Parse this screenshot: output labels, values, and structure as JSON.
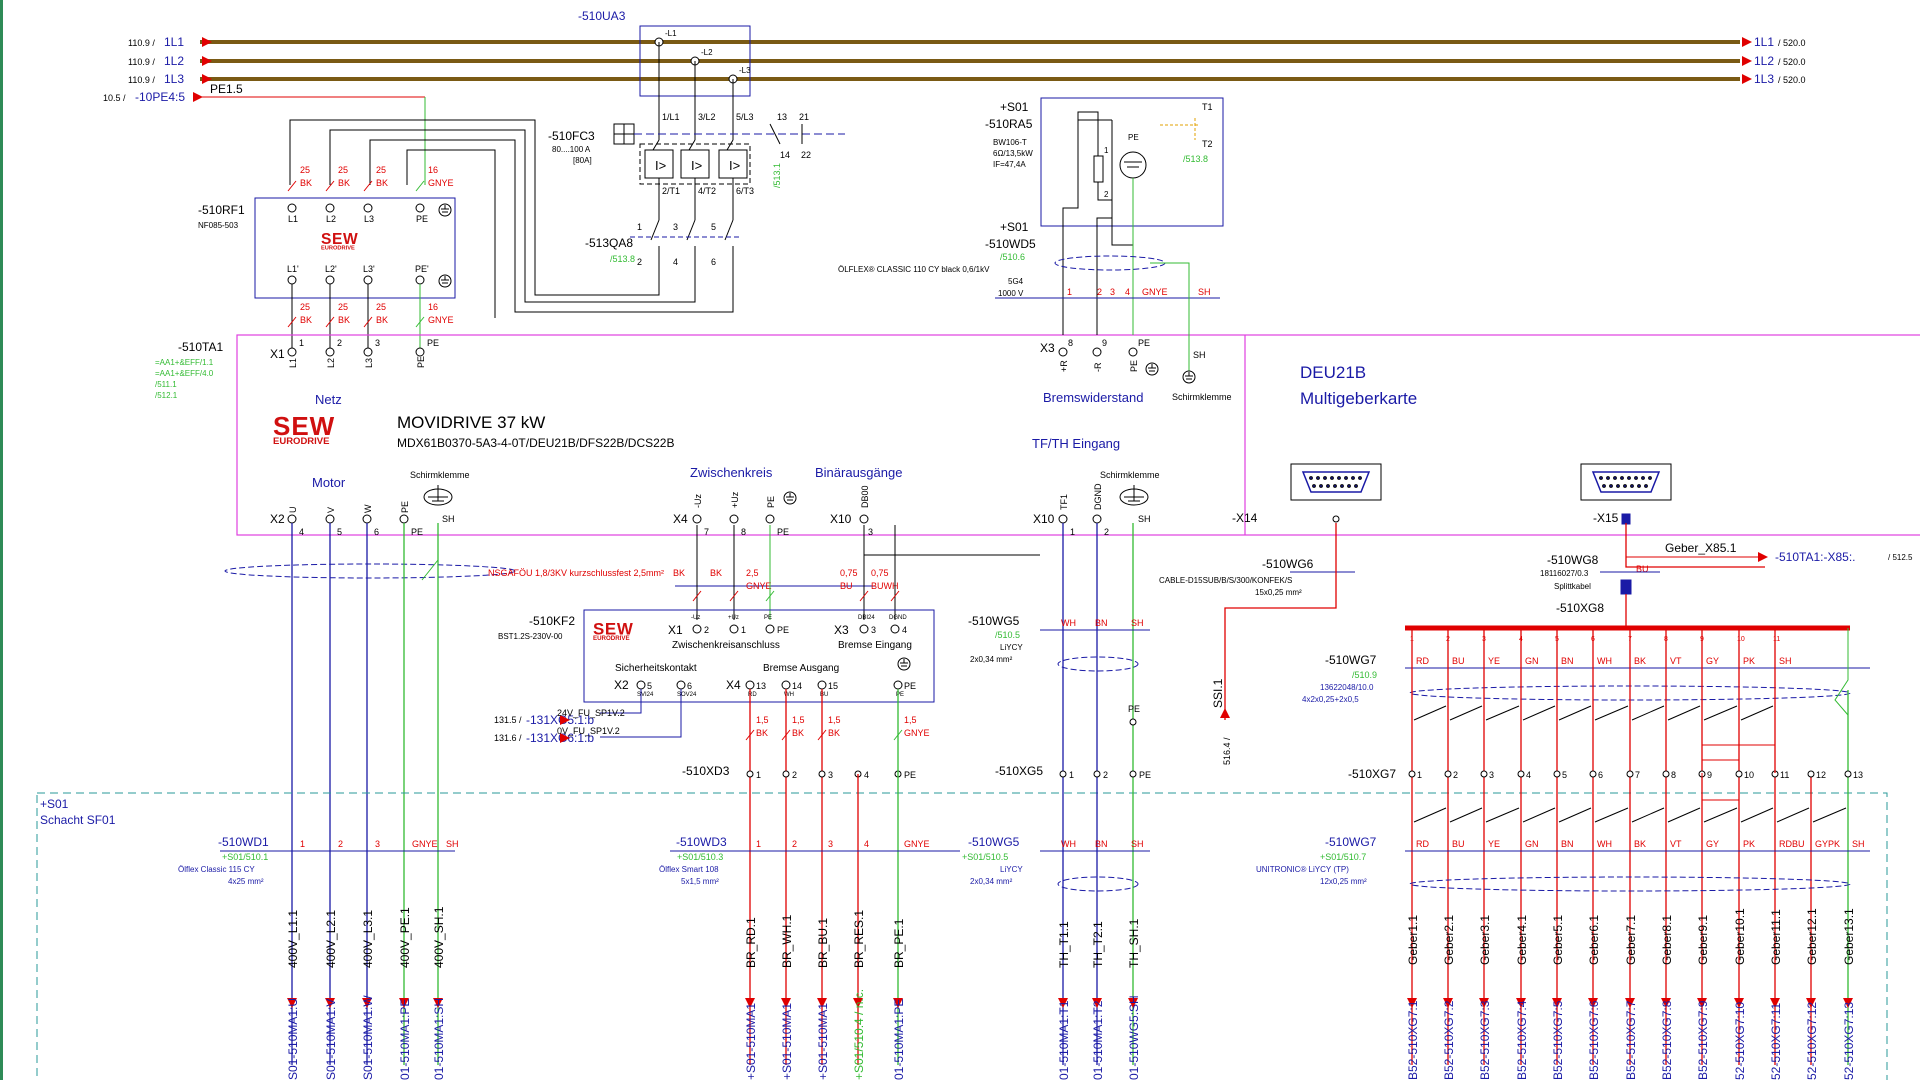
{
  "supply": {
    "lines": [
      {
        "ref": "110.9 /",
        "label": "1L1",
        "target": "1L1",
        "target_ref": "/ 520.0"
      },
      {
        "ref": "110.9 /",
        "label": "1L2",
        "target": "1L2",
        "target_ref": "/ 520.0"
      },
      {
        "ref": "110.9 /",
        "label": "1L3",
        "target": "1L3",
        "target_ref": "/ 520.0"
      }
    ],
    "pe_ref": "10.5 /",
    "pe_label": "-10PE4:5",
    "pe_tag": "PE1.5"
  },
  "ua3": {
    "label": "-510UA3",
    "c1": "-L1",
    "c2": "-L2",
    "c3": "-L3"
  },
  "fc3": {
    "label": "-510FC3",
    "range": "80....100 A",
    "set": "[80A]",
    "top": [
      "1/L1",
      "3/L2",
      "5/L3"
    ],
    "bot": [
      "2/T1",
      "4/T2",
      "6/T3"
    ],
    "aux": [
      "13",
      "21",
      "14",
      "22"
    ],
    "ref": "/513.1"
  },
  "qa8": {
    "label": "-513QA8",
    "ref": "/513.8",
    "t": [
      "1",
      "3",
      "5",
      "2",
      "4",
      "6"
    ]
  },
  "ra5": {
    "loc": "+S01",
    "label": "-510RA5",
    "type": "BW106-T",
    "spec": "6Ω/13,5kW",
    "ief": "IF=47,4A",
    "t1": "T1",
    "t2": "T2",
    "ref": "/513.8",
    "pe": "PE",
    "p1": "1",
    "p2": "2"
  },
  "wd5": {
    "loc": "+S01",
    "label": "-510WD5",
    "ref": "/510.6",
    "cable": "ÖLFLEX® CLASSIC 110 CY black 0,6/1kV",
    "cores": "5G4",
    "volt": "1000 V",
    "w": [
      "1",
      "2",
      "3",
      "4",
      "GNYE",
      "SH"
    ]
  },
  "rf1": {
    "label": "-510RF1",
    "type": "NF085-503",
    "top_wires": [
      [
        "25",
        "BK"
      ],
      [
        "25",
        "BK"
      ],
      [
        "25",
        "BK"
      ],
      [
        "16",
        "GNYE"
      ]
    ],
    "top_t": [
      "L1",
      "L2",
      "L3",
      "PE"
    ],
    "bot_t": [
      "L1'",
      "L2'",
      "L3'",
      "PE'"
    ],
    "bot_wires": [
      [
        "25",
        "BK"
      ],
      [
        "25",
        "BK"
      ],
      [
        "25",
        "BK"
      ],
      [
        "16",
        "GNYE"
      ]
    ]
  },
  "sew": {
    "top": "SEW",
    "bot": "EURODRIVE"
  },
  "ta1": {
    "label": "-510TA1",
    "refs": [
      "=AA1+&EFF/1.1",
      "=AA1+&EFF/4.0",
      "/511.1",
      "/512.1"
    ],
    "x1": "X1",
    "x1_t": [
      "L1",
      "L2",
      "L3",
      "PE"
    ],
    "x1_n": [
      "1",
      "2",
      "3",
      "PE"
    ],
    "netz": "Netz",
    "title": "MOVIDRIVE 37 kW",
    "model": "MDX61B0370-5A3-4-0T/DEU21B/DFS22B/DCS22B",
    "motor": "Motor",
    "schirm": "Schirmklemme",
    "sh": "SH",
    "x2": "X2",
    "x2_t": [
      "U",
      "V",
      "W",
      "PE"
    ],
    "x2_n": [
      "4",
      "5",
      "6",
      "PE"
    ],
    "zk": "Zwischenkreis",
    "x4": "X4",
    "x4_t": [
      "-Uz",
      "+Uz",
      "PE"
    ],
    "x4_n": [
      "7",
      "8",
      "PE"
    ],
    "bin": "Binärausgänge",
    "x10": "X10",
    "x10_t": [
      "DB00"
    ],
    "x10_n": [
      "3"
    ],
    "brems": "Bremswiderstand",
    "x3": "X3",
    "x3_t": [
      "+R",
      "-R",
      "PE"
    ],
    "x3_n": [
      "8",
      "9",
      "PE"
    ],
    "tf": "TF/TH Eingang",
    "x10b": "X10",
    "x10b_t": [
      "TF1",
      "DGND"
    ],
    "x10b_n": [
      "1",
      "2"
    ],
    "deu_title": "DEU21B",
    "deu_sub": "Multigeberkarte",
    "x14": "-X14",
    "x15": "-X15"
  },
  "nsga": {
    "text": "NSGAFÖU 1,8/3KV kurzschlussfest 2,5mm²",
    "w": [
      [
        "BK",
        ""
      ],
      [
        "BK",
        ""
      ],
      [
        "2,5",
        "GNYE"
      ],
      [
        "0,75",
        "BU"
      ],
      [
        "0,75",
        "BUWH"
      ]
    ]
  },
  "kf2": {
    "label": "-510KF2",
    "type": "BST1.2S-230V-00",
    "x1": "X1",
    "x1_n": [
      "2",
      "1",
      "PE"
    ],
    "x1_s": [
      "-Uz",
      "+Uz",
      "PE"
    ],
    "zk": "Zwischenkreisanschluss",
    "x3": "X3",
    "x3_n": [
      "3",
      "4"
    ],
    "x3_s": [
      "DBI24",
      "DGND"
    ],
    "be": "Bremse Eingang",
    "sk": "Sicherheitskontakt",
    "ba": "Bremse Ausgang",
    "x2": "X2",
    "x2_n": [
      "5",
      "6"
    ],
    "x2_s": [
      "SVI24",
      "SOV24"
    ],
    "x4": "X4",
    "x4_n": [
      "13",
      "14",
      "15",
      "PE"
    ],
    "x4_s": [
      "RD",
      "WH",
      "BU",
      "PE"
    ]
  },
  "xg5in": [
    {
      "ref": "131.5 /",
      "label": "-131XG5:1:b",
      "sig": "24V_FU_SP1V.2"
    },
    {
      "ref": "131.6 /",
      "label": "-131XG6:1:b",
      "sig": "0V_FU_SP1V.2"
    }
  ],
  "xd3": {
    "label": "-510XD3",
    "w": [
      [
        "1,5",
        "BK"
      ],
      [
        "1,5",
        "BK"
      ],
      [
        "1,5",
        "BK"
      ],
      [
        "1,5",
        "GNYE"
      ]
    ],
    "n": [
      "1",
      "2",
      "3",
      "4",
      "PE"
    ]
  },
  "wg5a": {
    "label": "-510WG5",
    "ref": "/510.5",
    "type": "LiYCY",
    "spec": "2x0,34 mm²",
    "w": [
      "WH",
      "BN",
      "SH"
    ]
  },
  "xg5": {
    "label": "-510XG5",
    "n": [
      "1",
      "2",
      "PE"
    ],
    "pe": "PE"
  },
  "wg6": {
    "label": "-510WG6",
    "type": "CABLE-D15SUB/B/S/300/KONFEK/S",
    "spec": "15x0,25 mm²"
  },
  "wg8": {
    "label": "-510WG8",
    "type": "18116027/0.3",
    "sub": "Splittkabel",
    "bu": "BU",
    "geber": "Geber_X85.1",
    "target": "-510TA1:-X85:.",
    "target_ref": "/ 512.5",
    "xg8": "-510XG8"
  },
  "ssi": {
    "label": "SSI.1",
    "ref": "516.4 /"
  },
  "wg7a": {
    "label": "-510WG7",
    "ref": "/510.9",
    "type": "13622048/10.0",
    "spec": "4x2x0,25+2x0,5",
    "n": [
      "1",
      "2",
      "3",
      "4",
      "5",
      "6",
      "7",
      "8",
      "9",
      "10",
      "11"
    ],
    "w": [
      "RD",
      "BU",
      "YE",
      "GN",
      "BN",
      "WH",
      "BK",
      "VT",
      "GY",
      "PK",
      "SH"
    ]
  },
  "xg7": {
    "label": "-510XG7",
    "n": [
      "1",
      "2",
      "3",
      "4",
      "5",
      "6",
      "7",
      "8",
      "9",
      "10",
      "11",
      "12",
      "13"
    ]
  },
  "zone": {
    "loc": "+S01",
    "name": "Schacht SF01"
  },
  "wd1": {
    "label": "-510WD1",
    "ref": "+S01/510.1",
    "type": "Ölflex Classic 115 CY",
    "spec": "4x25 mm²",
    "w": [
      "1",
      "2",
      "3",
      "GNYE",
      "SH"
    ],
    "wires": [
      "400V_L1.1",
      "400V_L2.1",
      "400V_L3.1",
      "400V_PE.1",
      "400V_SH.1"
    ],
    "dest": [
      "S01-510MA1:U",
      "S01-510MA1:V",
      "S01-510MA1:W",
      "01-510MA1:PE",
      "01-510MA1:SH"
    ]
  },
  "wd3": {
    "label": "-510WD3",
    "ref": "+S01/510.3",
    "type": "Ölflex Smart 108",
    "spec": "5x1,5 mm²",
    "w": [
      "1",
      "2",
      "3",
      "4",
      "GNYE"
    ],
    "wires": [
      "BR_RD.1",
      "BR_WH.1",
      "BR_BU.1",
      "BR_RES.1",
      "BR_PE.1"
    ],
    "dest": [
      "+S01-510MA1",
      "+S01-510MA1",
      "+S01-510MA1",
      "+S01/510.4 / n.c.",
      "01-510MA1:PE"
    ]
  },
  "wg5b": {
    "label": "-510WG5",
    "ref": "+S01/510.5",
    "type": "LiYCY",
    "spec": "2x0,34 mm²",
    "w": [
      "WH",
      "BN",
      "SH"
    ],
    "wires": [
      "TH_T1.1",
      "TH_T2.1",
      "TH_SH.1"
    ],
    "dest": [
      "01-510MA1:T1",
      "01-510MA1:T2",
      "01-510WG5:SH"
    ]
  },
  "wg7b": {
    "label": "-510WG7",
    "ref": "+S01/510.7",
    "type": "UNITRONIC® LiYCY (TP)",
    "spec": "12x0,25 mm²",
    "w": [
      "RD",
      "BU",
      "YE",
      "GN",
      "BN",
      "WH",
      "BK",
      "VT",
      "GY",
      "PK",
      "RDBU",
      "GYPK",
      "SH"
    ],
    "wires": [
      "Geber1.1",
      "Geber2.1",
      "Geber3.1",
      "Geber4.1",
      "Geber5.1",
      "Geber6.1",
      "Geber7.1",
      "Geber8.1",
      "Geber9.1",
      "Geber10.1",
      "Geber11.1",
      "Geber12.1",
      "Geber13.1"
    ],
    "dest": [
      "B52-510XG7:1",
      "B52-510XG7:2",
      "B52-510XG7:3",
      "B52-510XG7:4",
      "B52-510XG7:5",
      "B52-510XG7:6",
      "B52-510XG7:7",
      "B52-510XG7:8",
      "B52-510XG7:9",
      "52-510XG7:10",
      "52-510XG7:11",
      "52-510XG7:12",
      "52-510XG7:13"
    ]
  },
  "colors": {
    "brown": "#7a5a14",
    "red": "#e00000",
    "green": "#33bb33",
    "blue": "#1a1aa6",
    "magenta": "#e040e0",
    "navy": "#000080"
  }
}
